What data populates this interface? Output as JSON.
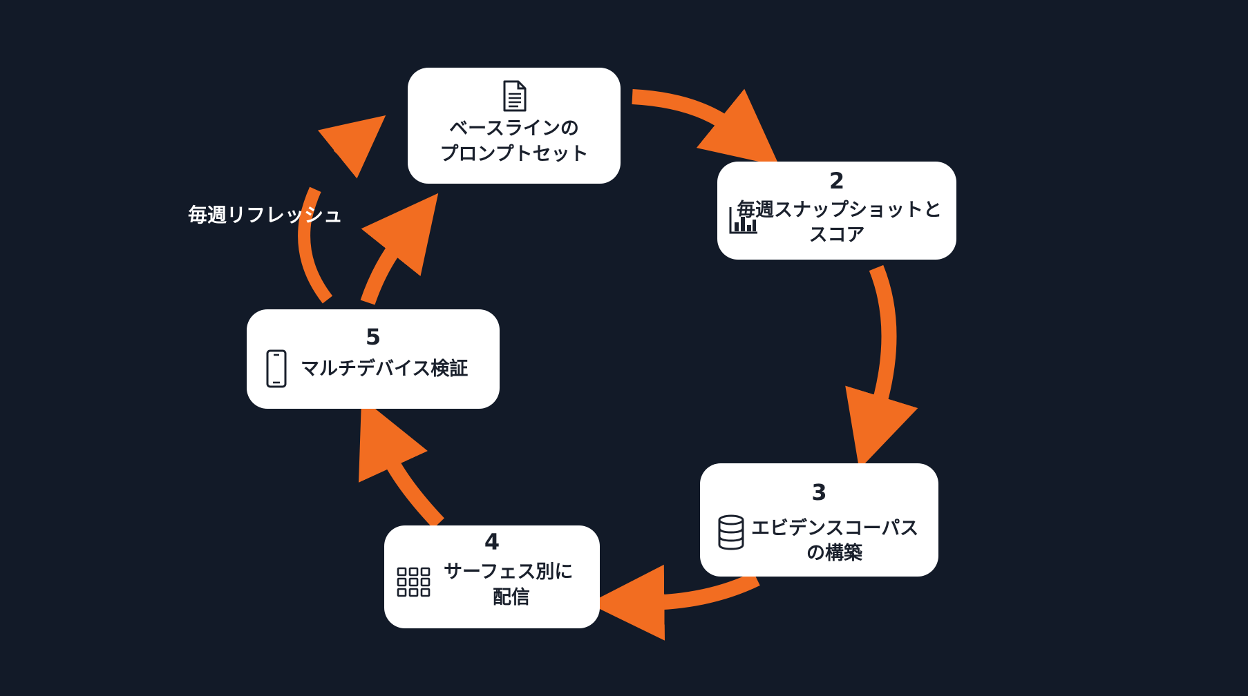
{
  "accent_color": "#f26d21",
  "background_color": "#121a28",
  "steps": [
    {
      "number": "",
      "icon": "document-icon",
      "line1": "ベースラインの",
      "line2": "プロンプトセット"
    },
    {
      "number": "2",
      "icon": "bar-chart-icon",
      "line1": "毎週スナップショットと",
      "line2": "スコア"
    },
    {
      "number": "3",
      "icon": "database-icon",
      "line1": "エビデンスコーパス",
      "line2": "の構築"
    },
    {
      "number": "4",
      "icon": "grid-icon",
      "line1": "サーフェス別に",
      "line2": "配信"
    },
    {
      "number": "5",
      "icon": "smartphone-icon",
      "line1": "マルチデバイス検証",
      "line2": ""
    }
  ],
  "loop_label": "毎週リフレッシュ"
}
